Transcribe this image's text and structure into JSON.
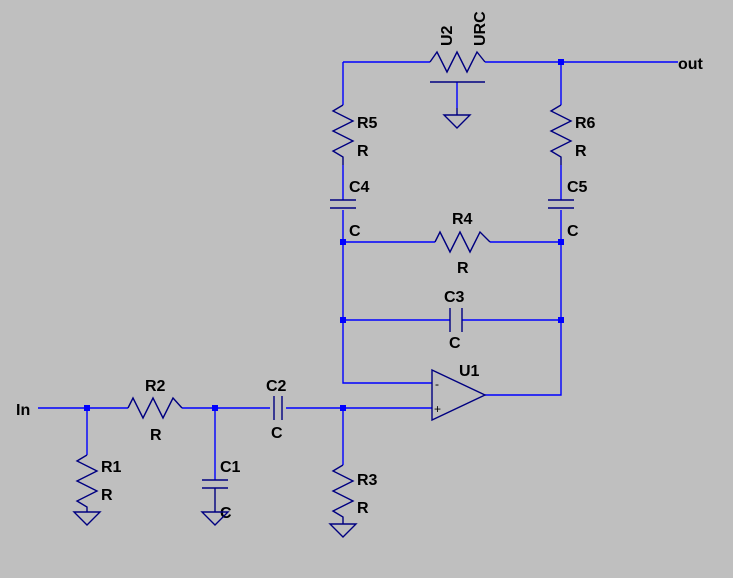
{
  "net_labels": {
    "in": "In",
    "out": "out"
  },
  "components": {
    "R1": {
      "ref": "R1",
      "value": "R"
    },
    "R2": {
      "ref": "R2",
      "value": "R"
    },
    "R3": {
      "ref": "R3",
      "value": "R"
    },
    "R4": {
      "ref": "R4",
      "value": "R"
    },
    "R5": {
      "ref": "R5",
      "value": "R"
    },
    "R6": {
      "ref": "R6",
      "value": "R"
    },
    "C1": {
      "ref": "C1",
      "value": "C"
    },
    "C2": {
      "ref": "C2",
      "value": "C"
    },
    "C3": {
      "ref": "C3",
      "value": "C"
    },
    "C4": {
      "ref": "C4",
      "value": "C"
    },
    "C5": {
      "ref": "C5",
      "value": "C"
    },
    "U1": {
      "ref": "U1",
      "minus": "-",
      "plus": "+"
    },
    "U2": {
      "ref": "U2",
      "value": "URC"
    }
  },
  "colors": {
    "background": "#bfbfbf",
    "wire": "#0000ff",
    "component": "#000080",
    "text": "#000000"
  }
}
